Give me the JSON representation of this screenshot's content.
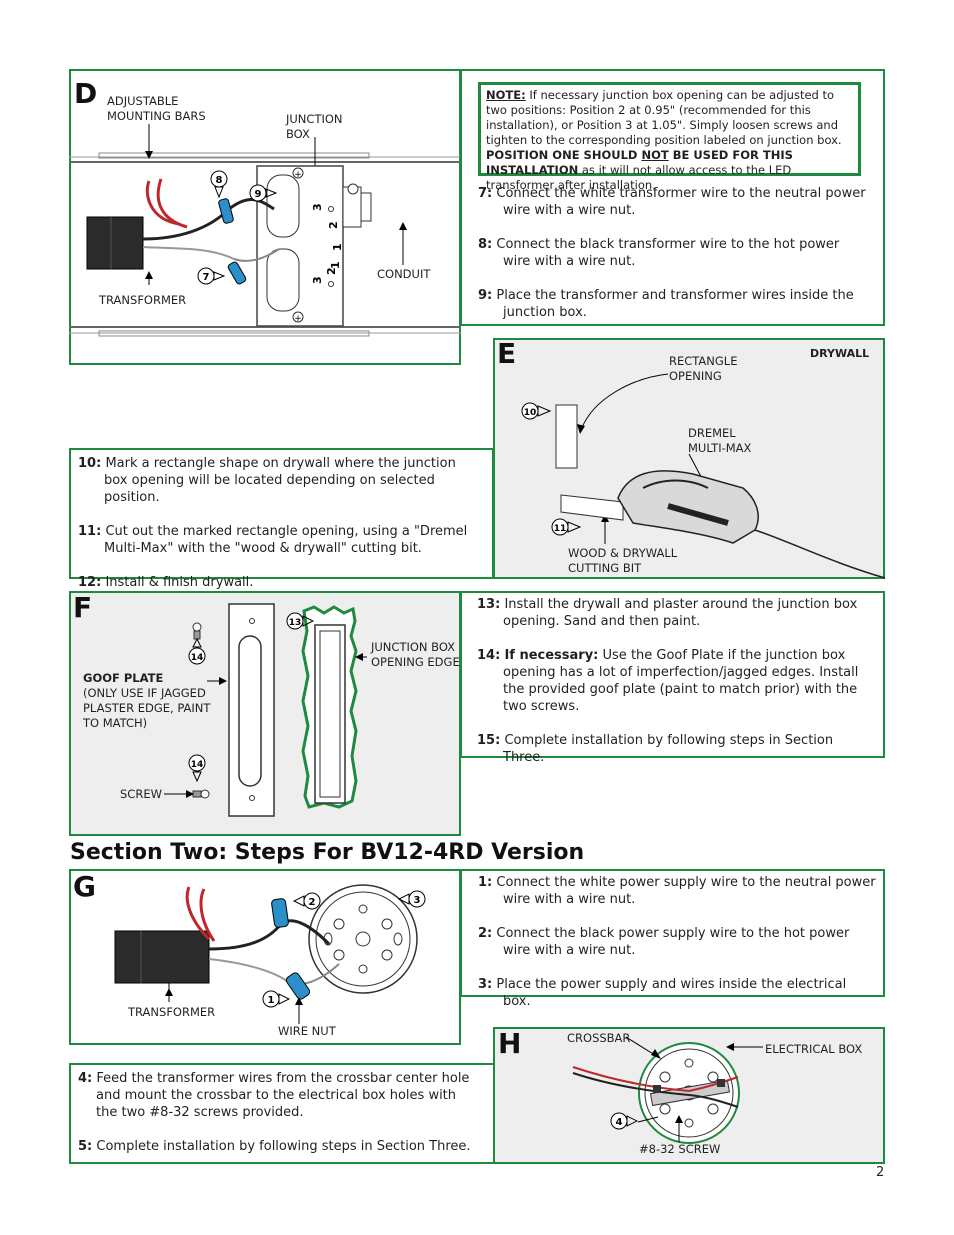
{
  "panelD": {
    "letter": "D",
    "labels": {
      "mounting_bars": [
        "ADJUSTABLE",
        "MOUNTING BARS"
      ],
      "junction_box": [
        "JUNCTION",
        "BOX"
      ],
      "conduit": "CONDUIT",
      "transformer": "TRANSFORMER"
    },
    "callouts": [
      "8",
      "9",
      "7"
    ],
    "positions": [
      "3",
      "2",
      "1",
      "3",
      "2",
      "1"
    ]
  },
  "note": {
    "heading": "NOTE:",
    "text1": " If necessary junction box opening can be adjusted to two positions: Position 2 at 0.95\" (recommended for this installation), or Position 3 at 1.05\". Simply loosen screws and tighten to the corresponding position labeled on junction box. ",
    "bold1": "POSITION ONE SHOULD ",
    "underline": "NOT",
    "bold2": " BE USED FOR THIS INSTALLATION",
    "text2": " as it will not allow access to the LED transformer after installation."
  },
  "stepsD": [
    {
      "num": "7:",
      "text": "Connect the white transformer wire to the neutral power wire with a wire nut."
    },
    {
      "num": "8:",
      "text": "Connect the black transformer wire to the hot power wire with a wire nut."
    },
    {
      "num": "9:",
      "text": "Place the transformer and transformer wires inside the junction box."
    }
  ],
  "panelE": {
    "letter": "E",
    "drywall": "DRYWALL",
    "rect_opening": [
      "RECTANGLE",
      "OPENING"
    ],
    "dremel": [
      "DREMEL",
      "MULTI-MAX"
    ],
    "bit": [
      "WOOD & DRYWALL",
      "CUTTING BIT"
    ],
    "callouts": [
      "10",
      "11"
    ]
  },
  "stepsE": [
    {
      "num": "10:",
      "text": "Mark a rectangle shape on drywall where the junction box opening will be located depending on selected position."
    },
    {
      "num": "11:",
      "text": "Cut out the marked rectangle opening, using a \"Dremel Multi-Max\" with the \"wood & drywall\" cutting bit."
    },
    {
      "num": "12:",
      "text": "Install & finish drywall."
    }
  ],
  "panelF": {
    "letter": "F",
    "goof_title": "GOOF PLATE",
    "goof_sub": [
      "(ONLY USE IF JAGGED",
      "PLASTER EDGE, PAINT",
      "TO MATCH)"
    ],
    "screw": "SCREW",
    "jb_edge": [
      "JUNCTION BOX",
      "OPENING EDGE"
    ],
    "callouts": [
      "14",
      "14",
      "13"
    ]
  },
  "stepsF": [
    {
      "num": "13:",
      "bold": "",
      "text": "Install the drywall and plaster around the junction box opening. Sand and then paint."
    },
    {
      "num": "14:",
      "bold": "If necessary:",
      "text": " Use the Goof Plate if the junction box opening has a lot of imperfection/jagged edges. Install the provided goof plate (paint to match prior) with the two screws."
    },
    {
      "num": "15:",
      "bold": "",
      "text": "Complete installation by following steps in Section Three."
    }
  ],
  "section_title": "Section Two: Steps For BV12-4RD Version",
  "panelG": {
    "letter": "G",
    "transformer": "TRANSFORMER",
    "wire_nut": "WIRE NUT",
    "callouts": [
      "2",
      "3",
      "1"
    ]
  },
  "stepsG": [
    {
      "num": "1:",
      "text": "Connect the white power supply wire to the neutral power wire with a wire nut."
    },
    {
      "num": "2:",
      "text": "Connect the black power supply wire to the hot power wire with a wire nut."
    },
    {
      "num": "3:",
      "text": "Place the power supply and wires inside the electrical box."
    }
  ],
  "stepsH": [
    {
      "num": "4:",
      "text": "Feed the transformer wires from the crossbar center hole and mount  the crossbar to the electrical box holes with the two #8-32 screws provided."
    },
    {
      "num": "5:",
      "text": "Complete installation by following steps in Section Three."
    }
  ],
  "panelH": {
    "letter": "H",
    "crossbar": "CROSSBAR",
    "electrical_box": "ELECTRICAL BOX",
    "screw": "#8-32 SCREW",
    "callouts": [
      "4"
    ]
  },
  "page_number": "2",
  "colors": {
    "frame": "#1e8a3e",
    "wire_red": "#c0272d",
    "wire_nut_blue": "#2b8fc9"
  }
}
